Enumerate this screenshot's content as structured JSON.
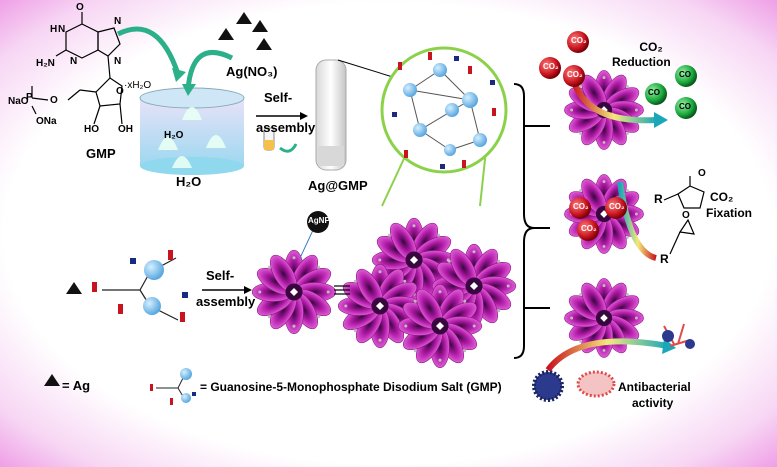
{
  "labels": {
    "gmp": "GMP",
    "water_hydrate": "·xH₂O",
    "silver_nitrate": "Ag(NO₃)",
    "self_assembly_top_1": "Self-",
    "self_assembly_top_2": "assembly",
    "self_assembly_bottom_1": "Self-",
    "self_assembly_bottom_2": "assembly",
    "water": "H₂O",
    "ag_at_gmp": "Ag@GMP",
    "agnp": "AgNP",
    "co2_reduction_1": "CO₂",
    "co2_reduction_2": "Reduction",
    "co2_fixation_1": "CO₂",
    "co2_fixation_2": "Fixation",
    "antibacterial_1": "Antibacterial",
    "antibacterial_2": "activity",
    "legend_ag": "= Ag",
    "legend_gmp": "= Guanosine-5-Monophosphate Disodium Salt (GMP)"
  },
  "chemistry": {
    "o_top": "O",
    "nh": "N",
    "h": "H",
    "h2n": "H₂N",
    "n1": "N",
    "n2": "N",
    "n3": "N",
    "nao": "NaO",
    "p": "P",
    "o_p": "O",
    "ona": "ONa",
    "o_ring": "O",
    "ho1": "HO",
    "oh1": "OH",
    "h2o_bubble": "H₂O",
    "co2": "CO₂",
    "co": "CO",
    "r": "R",
    "o_carb": "O",
    "o_epox": "O"
  },
  "colors": {
    "pink_flower": "#e040d8",
    "dark_center": "#3a0640",
    "silver_red": "#c8141e",
    "product_green": "#17a83a",
    "node_blue": "#7cc0ee",
    "cyan_beaker": "#8fd8ee",
    "arrow_green": "#58c27a",
    "bacteria_blue": "#2b3a8c",
    "bacteria_red": "#e04a4a"
  }
}
